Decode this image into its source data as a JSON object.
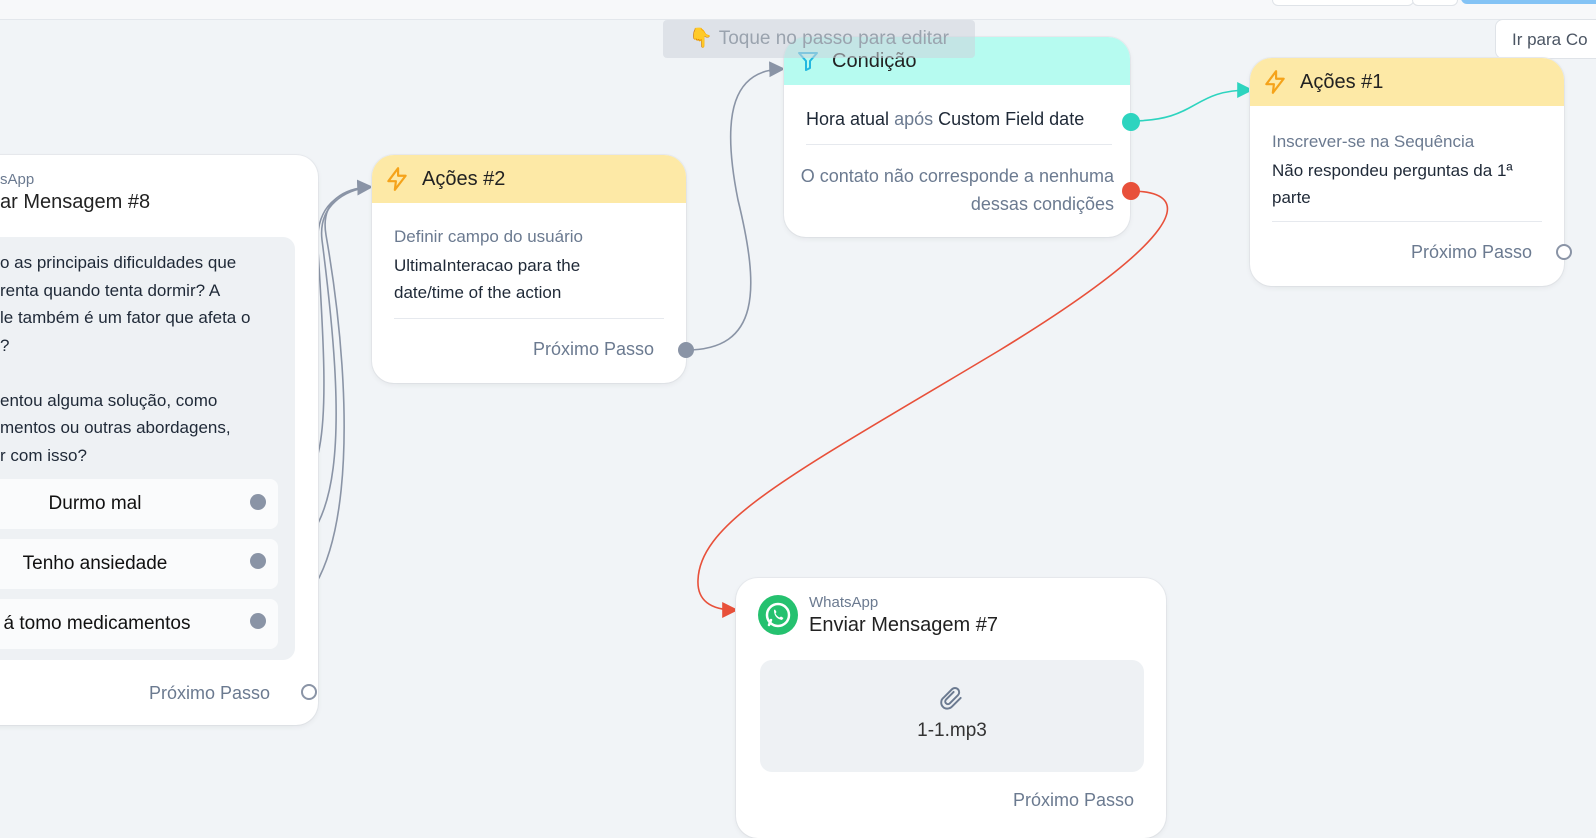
{
  "hint": {
    "emoji": "👇",
    "text": "Toque no passo para editar"
  },
  "goto_button": "Ir para Co",
  "card_msg8": {
    "channel": "sApp",
    "title": "ar Mensagem #8",
    "message_lines": [
      "o as principais dificuldades que",
      "renta quando tenta dormir? A",
      "le também é um fator que afeta o",
      "?",
      "",
      "entou alguma solução, como",
      "mentos ou outras abordagens,",
      "r com isso?"
    ],
    "buttons": [
      "Durmo mal",
      "Tenho ansiedade",
      "á tomo medicamentos"
    ],
    "next": "Próximo Passo"
  },
  "card_acoes2": {
    "title": "Ações #2",
    "action_label": "Definir campo do usuário",
    "action_value_lines": [
      "UltimaInteracao para the",
      "date/time of the action"
    ],
    "next": "Próximo Passo"
  },
  "card_condicao": {
    "title": "Condição",
    "cond_field": "Hora atual",
    "cond_op": "após",
    "cond_value": "Custom Field date",
    "fallback_lines": [
      "O contato não corresponde a nenhuma",
      "dessas condições"
    ]
  },
  "card_acoes1": {
    "title": "Ações #1",
    "action_label": "Inscrever-se na Sequência",
    "action_value_lines": [
      "Não respondeu perguntas da 1ª",
      "parte"
    ],
    "next": "Próximo Passo"
  },
  "card_msg7": {
    "channel": "WhatsApp",
    "title": "Enviar Mensagem #7",
    "attachment": "1-1.mp3",
    "next": "Próximo Passo"
  },
  "colors": {
    "yellow_header": "#fde9a6",
    "cyan_header": "#b6fbf0",
    "green_connector": "#2dd4bf",
    "red_connector": "#e8503a",
    "grey_connector": "#8a94a6",
    "whatsapp": "#25c16f"
  },
  "icons": [
    "bolt-icon",
    "filter-icon",
    "whatsapp-icon",
    "paperclip-icon",
    "pointing-down-emoji"
  ]
}
